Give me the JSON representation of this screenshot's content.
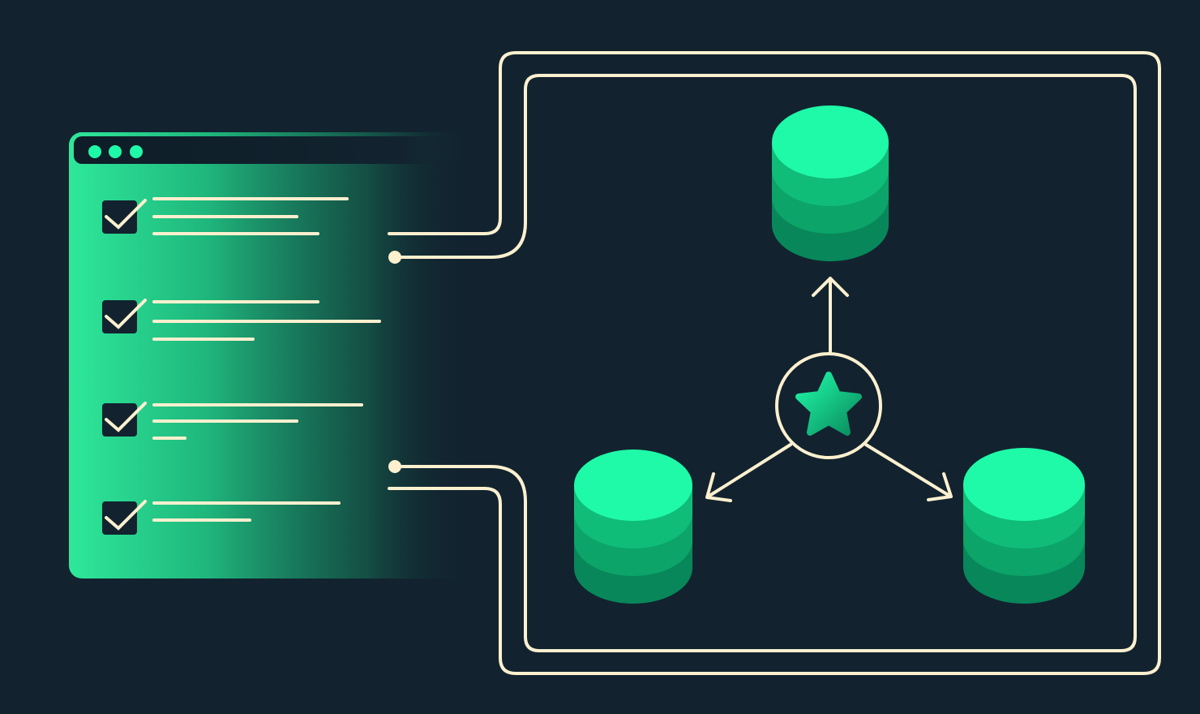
{
  "illustration": {
    "subject": "checklist-to-database-replication",
    "checklist_rows": 4,
    "databases": 3
  },
  "colors": {
    "background": "#12232f",
    "accent": "#1ffaa8",
    "line": "#fdf0cf",
    "panel_dark": "#12232f",
    "db_layer_1": "#1ffaa8",
    "db_layer_2": "#0fbd78",
    "db_layer_3": "#0ca468",
    "db_layer_4": "#08875a"
  },
  "icons": [
    "window-dots",
    "checkbox-icon",
    "database-icon",
    "star-icon",
    "arrow-icon"
  ]
}
